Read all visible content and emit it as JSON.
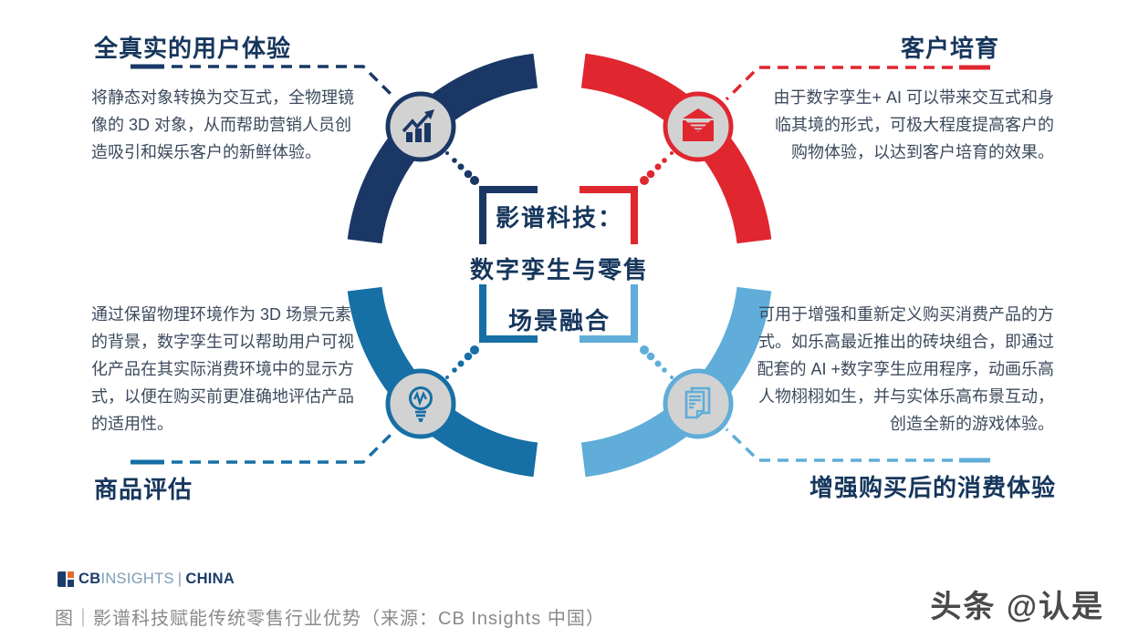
{
  "center": {
    "line1": "影谱科技：",
    "line2": "数字孪生与零售",
    "line3": "场景融合"
  },
  "quadrants": {
    "top_left": {
      "title": "全真实的用户体验",
      "body": "将静态对象转换为交互式，全物理镜像的 3D 对象，从而帮助营销人员创造吸引和娱乐客户的新鲜体验。",
      "icon": "growth-chart-icon",
      "color": "#1a3766"
    },
    "top_right": {
      "title": "客户培育",
      "body": "由于数字孪生+ AI 可以带来交互式和身临其境的形式，可极大程度提高客户的购物体验，以达到客户培育的效果。",
      "icon": "open-envelope-icon",
      "color": "#e0262f"
    },
    "bottom_left": {
      "title": "商品评估",
      "body": "通过保留物理环境作为 3D 场景元素的背景，数字孪生可以帮助用户可视化产品在其实际消费环境中的显示方式，以便在购买前更准确地评估产品的适用性。",
      "icon": "lightbulb-icon",
      "color": "#166fa5"
    },
    "bottom_right": {
      "title": "增强购买后的消费体验",
      "body": "可用于增强和重新定义购买消费产品的方式。如乐高最近推出的砖块组合，即通过配套的 AI +数字孪生应用程序，动画乐高人物栩栩如生，并与实体乐高布景互动，创造全新的游戏体验。",
      "icon": "document-icon",
      "color": "#5fadd8"
    }
  },
  "footer": {
    "logo": {
      "cb": "CB",
      "insights": "INSIGHTS",
      "divider": "|",
      "china": "CHINA"
    },
    "caption": "图｜影谱科技赋能传统零售行业优势（来源：CB Insights 中国）"
  },
  "watermark": "头条 @认是",
  "colors": {
    "navy": "#1a3766",
    "red": "#e0262f",
    "medium_blue": "#166fa5",
    "light_blue": "#5fadd8",
    "circle_gray": "#d2d2d2",
    "title_navy": "#16365c",
    "body_text": "#3c4a5c",
    "caption_gray": "#8a8a8a",
    "logo_navy": "#1c3d6b",
    "logo_steel": "#7b9cba",
    "logo_orange": "#e66b2e"
  }
}
